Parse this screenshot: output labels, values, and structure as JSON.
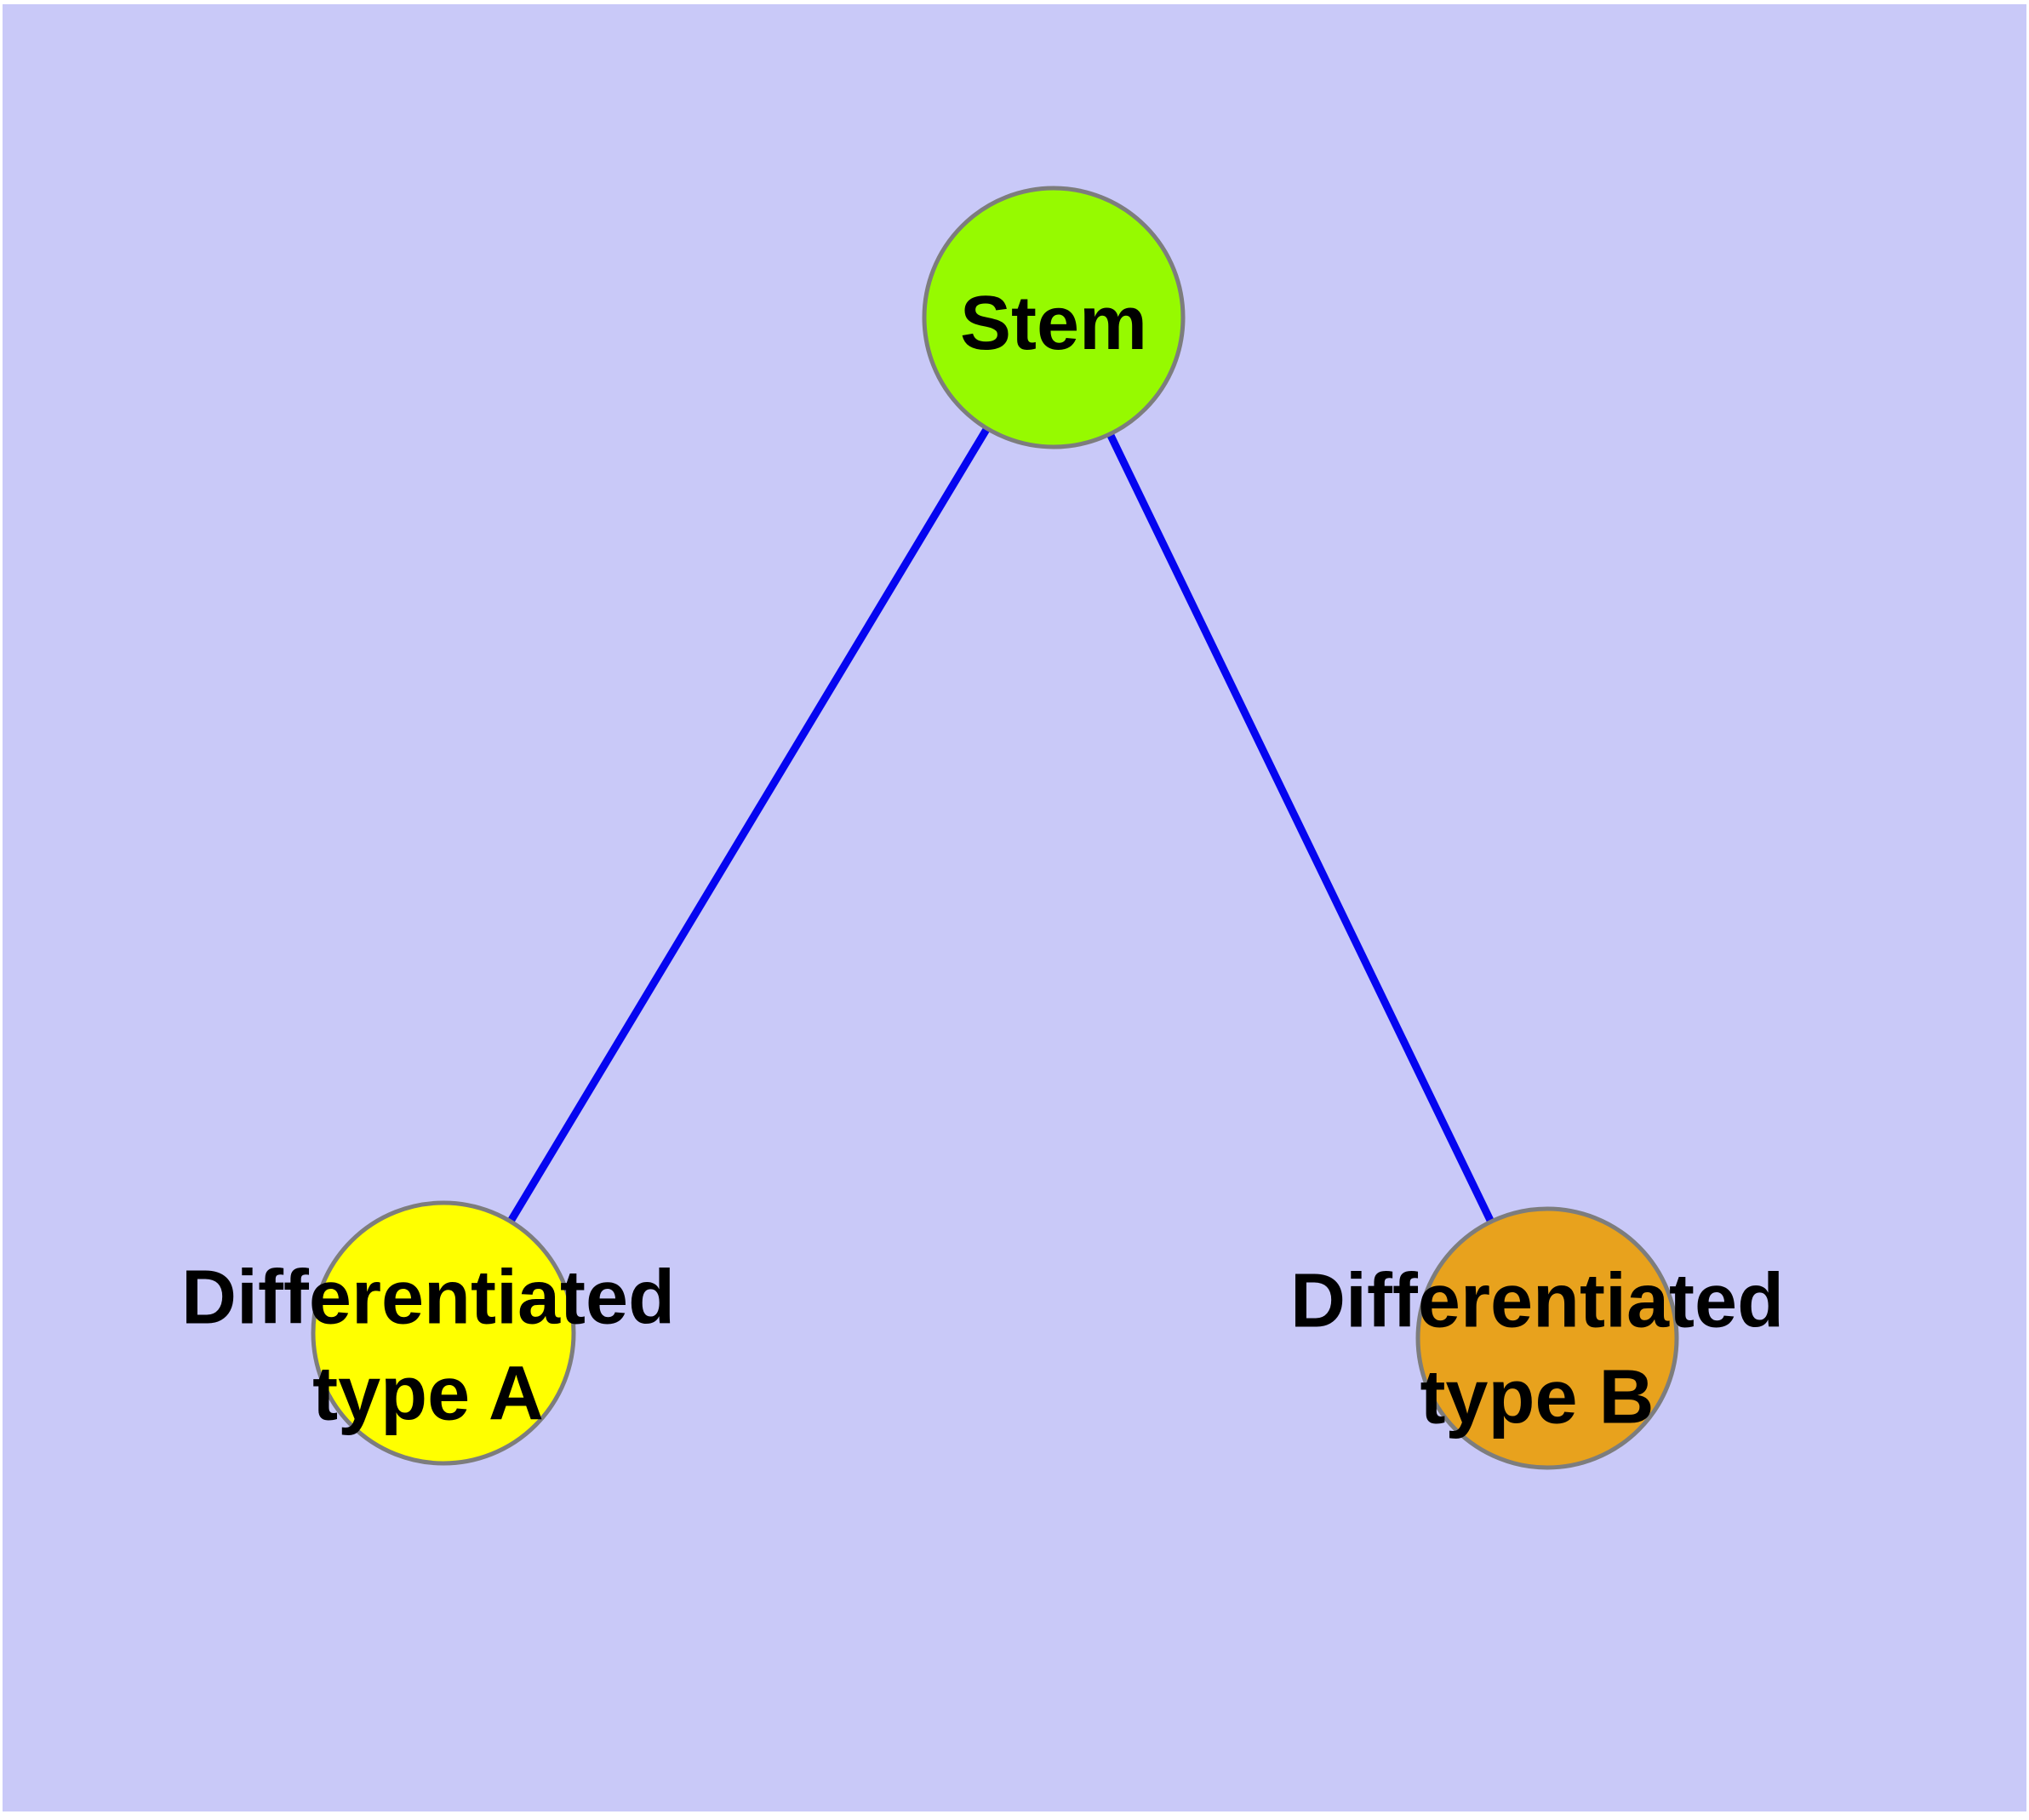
{
  "diagram": {
    "type": "graph",
    "background_color": "#FFFFFF",
    "plot_background_color": "#C9C9F8",
    "edge_color": "#0505F0",
    "node_border_color": "#7D7D7D",
    "label_color": "#000000",
    "nodes": [
      {
        "id": "stem",
        "label": "Stem",
        "label_line1": "Stem",
        "label_line2": "",
        "color": "#96FA00"
      },
      {
        "id": "differentiated-type-a",
        "label": "Differentiated type A",
        "label_line1": "Differentiated",
        "label_line2": "type A",
        "color": "#FFFF00"
      },
      {
        "id": "differentiated-type-b",
        "label": "Differentiated type B",
        "label_line1": "Differentiated",
        "label_line2": "type B",
        "color": "#E8A21D"
      }
    ],
    "edges": [
      {
        "from": "Stem",
        "to": "Differentiated type A"
      },
      {
        "from": "Stem",
        "to": "Differentiated type B"
      }
    ]
  }
}
